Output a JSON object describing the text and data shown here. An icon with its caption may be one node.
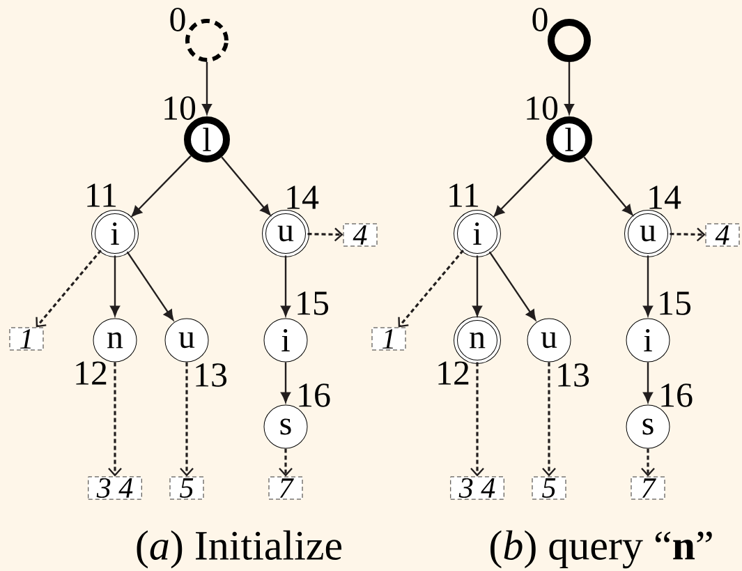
{
  "diagram": {
    "nodes": [
      {
        "text": [],
        "shape": "circle",
        "beside": [
          "0"
        ]
      },
      {
        "text": [
          "l"
        ],
        "beside": [
          "10"
        ]
      },
      {
        "text": [
          "i"
        ],
        "beside": [
          "11"
        ]
      },
      {
        "text": [
          "u"
        ],
        "beside": [
          "14"
        ]
      },
      {
        "text": [
          "4"
        ]
      },
      {
        "text": [
          "1"
        ]
      },
      {
        "text": [
          "n"
        ],
        "beside": [
          "12"
        ]
      },
      {
        "text": [
          "u"
        ],
        "beside": [
          "13"
        ]
      },
      {
        "text": [
          "i"
        ],
        "beside": [
          "15"
        ]
      },
      {
        "text": [
          "s"
        ],
        "beside": [
          "16"
        ]
      },
      {
        "text": [
          "3 4"
        ]
      },
      {
        "text": [
          "5"
        ]
      },
      {
        "text": [
          "7"
        ]
      },
      {
        "text": [],
        "shape": "circle",
        "beside": [
          "0"
        ]
      },
      {
        "text": [
          "l"
        ],
        "beside": [
          "10"
        ]
      },
      {
        "text": [
          "i"
        ],
        "beside": [
          "11"
        ]
      },
      {
        "text": [
          "u"
        ],
        "beside": [
          "14"
        ]
      },
      {
        "text": [
          "4"
        ]
      },
      {
        "text": [
          "1"
        ]
      },
      {
        "text": [
          "n"
        ],
        "beside": [
          "12"
        ]
      },
      {
        "text": [
          "u"
        ],
        "beside": [
          "13"
        ]
      },
      {
        "text": [
          "i"
        ],
        "beside": [
          "15"
        ]
      },
      {
        "text": [
          "s"
        ],
        "beside": [
          "16"
        ]
      },
      {
        "text": [
          "3 4"
        ]
      },
      {
        "text": [
          "5"
        ]
      },
      {
        "text": [
          "7"
        ]
      }
    ],
    "edges": [
      {
        "from": 0,
        "to": 1,
        "arrow": "to"
      },
      {
        "from": 1,
        "to": 2,
        "arrow": "to"
      },
      {
        "from": 1,
        "to": 3,
        "arrow": "to"
      },
      {
        "from": 3,
        "to": 4,
        "arrow": "to",
        "style": "dashed"
      },
      {
        "from": 2,
        "to": 5,
        "arrow": "to",
        "style": "dashed"
      },
      {
        "from": 2,
        "to": 6,
        "arrow": "to"
      },
      {
        "from": 2,
        "to": 7,
        "arrow": "to"
      },
      {
        "from": 3,
        "to": 8,
        "arrow": "to"
      },
      {
        "from": 6,
        "to": 10,
        "arrow": "to",
        "style": "dashed"
      },
      {
        "from": 7,
        "to": 11,
        "arrow": "to",
        "style": "dashed"
      },
      {
        "from": 8,
        "to": 9,
        "arrow": "to"
      },
      {
        "from": 9,
        "to": 12,
        "arrow": "to",
        "style": "dashed"
      },
      {
        "from": 13,
        "to": 14,
        "arrow": "to"
      },
      {
        "from": 14,
        "to": 15,
        "arrow": "to"
      },
      {
        "from": 14,
        "to": 16,
        "arrow": "to"
      },
      {
        "from": 16,
        "to": 17,
        "arrow": "to",
        "style": "dashed"
      },
      {
        "from": 15,
        "to": 18,
        "arrow": "to",
        "style": "dashed"
      },
      {
        "from": 15,
        "to": 19,
        "arrow": "to"
      },
      {
        "from": 15,
        "to": 20,
        "arrow": "to"
      },
      {
        "from": 16,
        "to": 21,
        "arrow": "to"
      },
      {
        "from": 19,
        "to": 23,
        "arrow": "to",
        "style": "dashed"
      },
      {
        "from": 20,
        "to": 24,
        "arrow": "to",
        "style": "dashed"
      },
      {
        "from": 21,
        "to": 22,
        "arrow": "to"
      },
      {
        "from": 22,
        "to": 25,
        "arrow": "to",
        "style": "dashed"
      }
    ],
    "labels": [
      "(*a*) Initialize",
      "(*b*) query “**n**”"
    ]
  }
}
